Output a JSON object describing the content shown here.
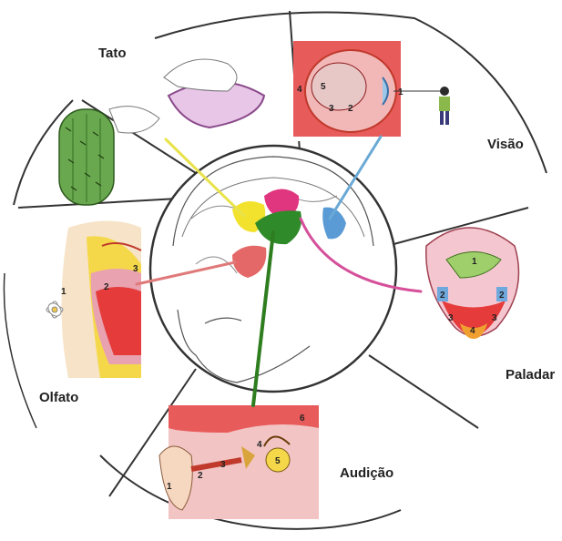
{
  "labels": {
    "tato": "Tato",
    "visao": "Visão",
    "paladar": "Paladar",
    "olfato": "Olfato",
    "audicao": "Audição"
  },
  "eye_numbers": [
    "1",
    "2",
    "3",
    "4",
    "5"
  ],
  "tongue_numbers": [
    "1",
    "2",
    "2",
    "3",
    "3",
    "4"
  ],
  "nose_numbers": [
    "1",
    "2",
    "3"
  ],
  "ear_numbers": [
    "1",
    "2",
    "3",
    "4",
    "5",
    "6"
  ],
  "colors": {
    "tato_connector": "#e8e34a",
    "visao_connector": "#6aa9d6",
    "paladar_connector": "#d64f9a",
    "olfato_connector": "#e07a7a",
    "audicao_connector": "#2e7d1e",
    "brain_yellow": "#f2e22e",
    "brain_pink": "#e0357f",
    "brain_green": "#2f8a2a",
    "brain_red": "#e56868",
    "brain_blue": "#5b9bd5"
  }
}
